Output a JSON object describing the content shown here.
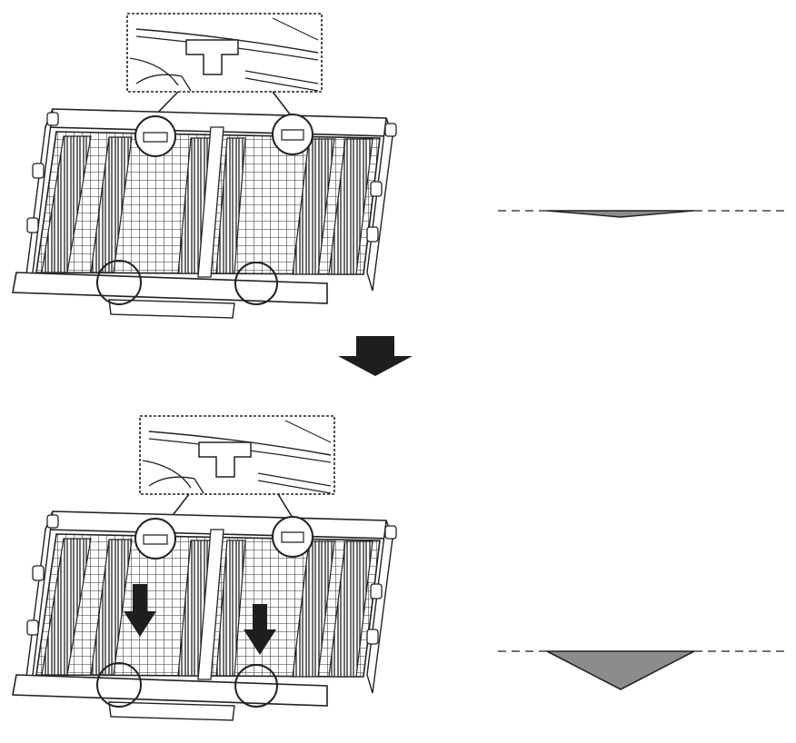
{
  "diagram": {
    "steps": [
      {
        "id": "before",
        "indicator": "flat"
      },
      {
        "id": "after",
        "indicator": "triangle"
      }
    ],
    "colors": {
      "line": "#2a2a2a",
      "fill_light": "#ffffff",
      "indicator_fill": "#8c8c8c",
      "arrow": "#1e1e1e"
    },
    "icons": [
      "rack-drawing",
      "detail-inset",
      "down-arrow-icon"
    ]
  }
}
